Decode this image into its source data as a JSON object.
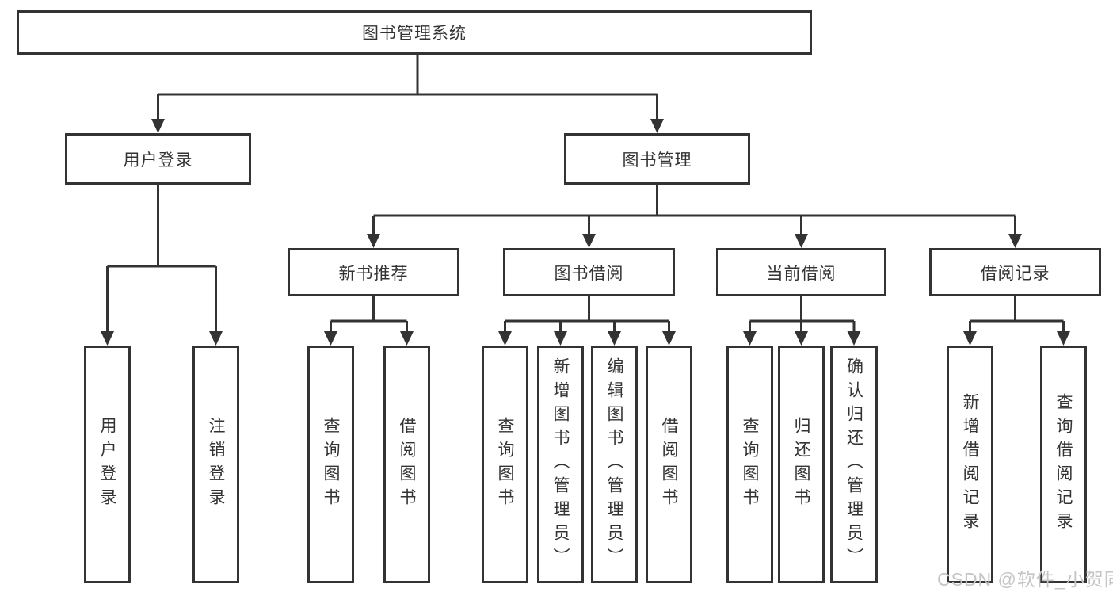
{
  "tree": {
    "root": {
      "label": "图书管理系统"
    },
    "branches": [
      {
        "label": "用户登录",
        "children": [
          "用户登录",
          "注销登录"
        ]
      },
      {
        "label": "图书管理",
        "sections": [
          {
            "label": "新书推荐",
            "children": [
              "查询图书",
              "借阅图书"
            ]
          },
          {
            "label": "图书借阅",
            "children": [
              "查询图书",
              "新增图书（管理员）",
              "编辑图书（管理员）",
              "借阅图书"
            ]
          },
          {
            "label": "当前借阅",
            "children": [
              "查询图书",
              "归还图书",
              "确认归还（管理员）"
            ]
          },
          {
            "label": "借阅记录",
            "children": [
              "新增借阅记录",
              "查询借阅记录"
            ]
          }
        ]
      }
    ]
  },
  "watermark": "CSDN @软件_小贺同学",
  "colors": {
    "line": "#333333",
    "box_border": "#333333",
    "box_bg": "#ffffff",
    "text": "#333333",
    "watermark": "#c5c5c5"
  }
}
